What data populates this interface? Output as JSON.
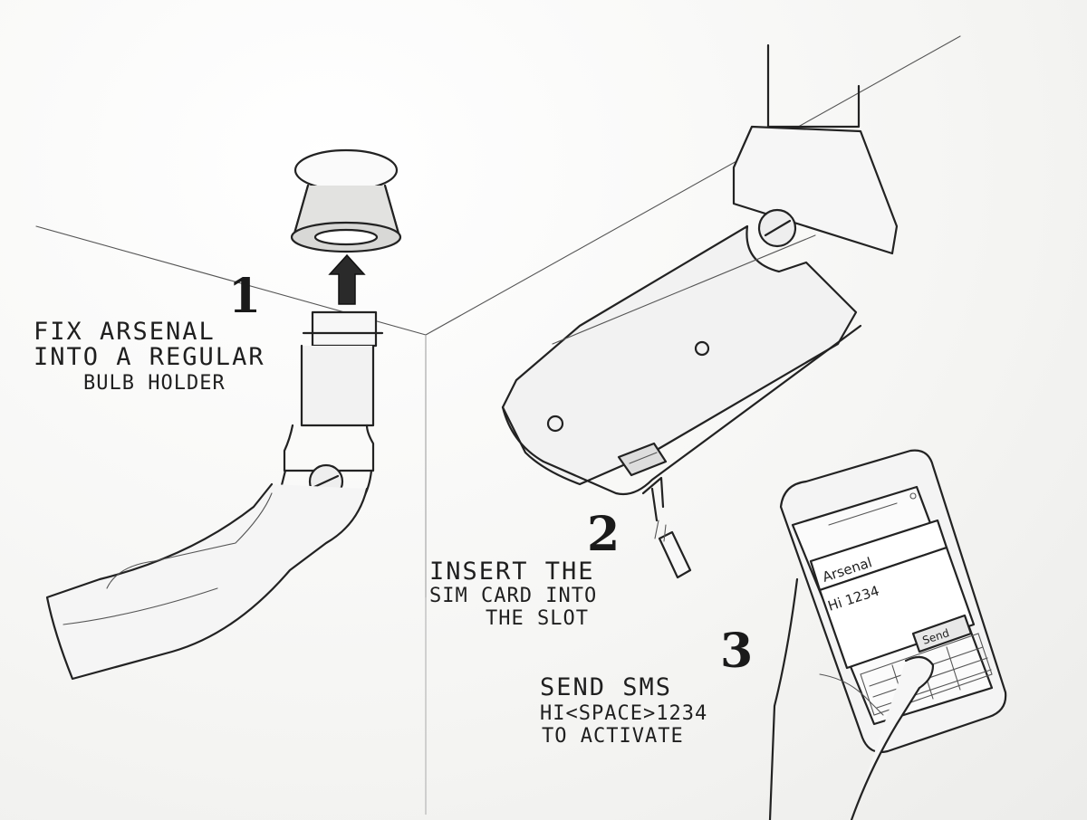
{
  "steps": [
    {
      "number": "1",
      "lines": [
        "FIX ARSENAL",
        "INTO A REGULAR",
        "BULB HOLDER"
      ]
    },
    {
      "number": "2",
      "lines": [
        "INSERT THE",
        "SIM CARD INTO",
        "THE SLOT"
      ]
    },
    {
      "number": "3",
      "lines": [
        "SEND SMS",
        "HI<SPACE>1234",
        "TO ACTIVATE"
      ]
    }
  ],
  "phone": {
    "recipient": "Arsenal",
    "message": "Hi 1234",
    "send_label": "Send"
  }
}
